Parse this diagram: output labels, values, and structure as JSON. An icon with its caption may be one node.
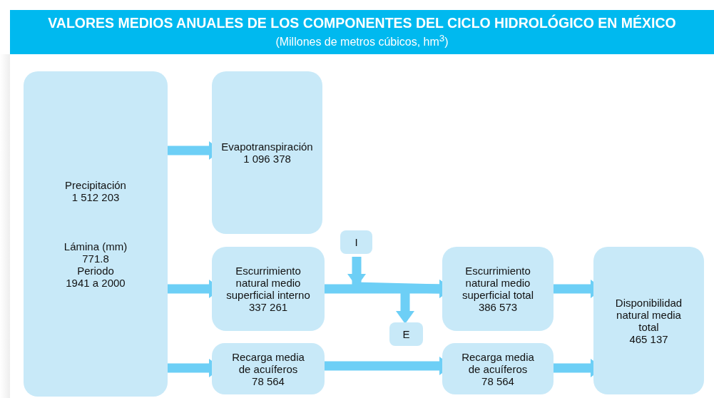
{
  "diagram": {
    "title": "VALORES MEDIOS ANUALES DE LOS COMPONENTES DEL CICLO HIDROLÓGICO EN MÉXICO",
    "caption": "(Millones de metros cúbicos, hm$^{3}$)",
    "nodes": [
      {
        "text": [
          "Precipitación",
          "1 512 203",
          "Lámina (mm)",
          "771.8",
          "Periodo",
          "1941 a 2000"
        ]
      },
      {
        "text": [
          "Evapotranspiración",
          "1 096 378"
        ]
      },
      {
        "text": [
          "Escurrimiento natural medio superficial interno",
          "337 261"
        ]
      },
      {
        "text": [
          "Recarga media de acuíferos",
          "78 564"
        ]
      },
      {
        "text": [
          "I"
        ]
      },
      {
        "text": [
          "E"
        ]
      },
      {
        "text": [
          "Escurrimiento natural medio superficial total",
          "386 573"
        ]
      },
      {
        "text": [
          "Recarga media de acuíferos",
          "78 564"
        ]
      },
      {
        "text": [
          "Disponibilidad natural media total",
          "465 137"
        ]
      }
    ],
    "edges": [
      {
        "from": 0,
        "to": 1,
        "arrow": "to"
      },
      {
        "from": 0,
        "to": 2,
        "arrow": "to"
      },
      {
        "from": 0,
        "to": 3,
        "arrow": "to"
      },
      {
        "from": 2,
        "to": 6,
        "arrow": "to"
      },
      {
        "from": 4,
        "to": 6,
        "arrow": "to"
      },
      {
        "from": null,
        "to": 5,
        "arrow": "to"
      },
      {
        "from": 3,
        "to": 7,
        "arrow": "to"
      },
      {
        "from": 6,
        "to": 8,
        "arrow": "to"
      },
      {
        "from": 7,
        "to": 8,
        "arrow": "to"
      }
    ]
  }
}
